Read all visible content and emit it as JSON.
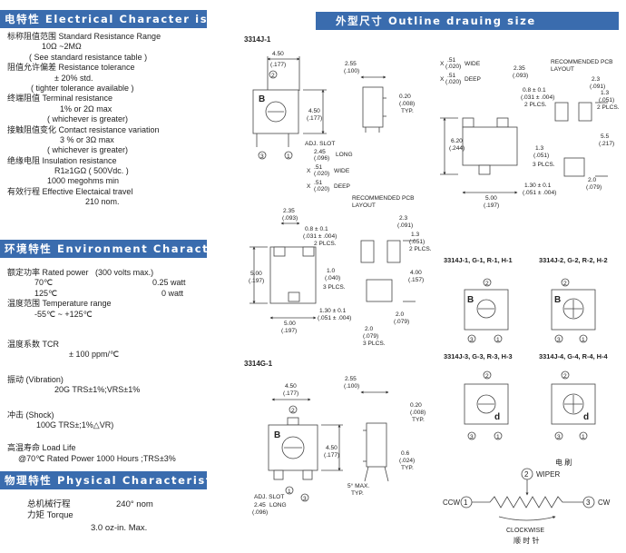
{
  "left": {
    "electrical": {
      "title": "电特性 Electrical Character istics",
      "lines": [
        "标称阻值范围 Standard Resistance Range",
        "10Ω ~2MΩ",
        "( See standard resistance table )",
        "阻值允许偏差 Resistance tolerance",
        "± 20% std.",
        "( tighter tolerance available )",
        "终端阻值 Terminal resistance",
        "1% or 2Ω max",
        "( whichever is greater)",
        "接触阻值变化 Contact resistance variation",
        "3 % or 3Ω max",
        "( whichever is greater)",
        "绝缘电阻 Insulation resistance",
        "R1≥1GΩ ( 500Vdc. )",
        "1000 megohms min",
        "有效行程 Effective Electaical travel",
        "210 nom."
      ]
    },
    "environment": {
      "title": "环境特性 Environment Character istics",
      "power_label": "额定功率 Rated power",
      "power_note": "(300 volts max.)",
      "power_row1_temp": "70℃",
      "power_row1_val": "0.25 watt",
      "power_row2_temp": "125℃",
      "power_row2_val": "0 watt",
      "temp_range_label": "温度范围 Temperature range",
      "temp_range_val": "-55℃ ~ +125℃",
      "tcr_label": "温度系数 TCR",
      "tcr_val": "± 100 ppm/℃",
      "vib_label": "振动 (Vibration)",
      "vib_val": "20G TRS±1%;VRS±1%",
      "shock_label": "冲击 (Shock)",
      "shock_val": "100G TRS±;1%△VR)",
      "load_label": "高温寿命 Load Life",
      "load_val": "@70℃ Rated Power 1000 Hours ;TRS±3%"
    },
    "physical": {
      "title": "物理特性 Physical Characteristics",
      "travel_label": "总机械行程",
      "travel_val": "240° nom",
      "torque_label": "力矩 Torque",
      "torque_val": "3.0 oz-in. Max."
    }
  },
  "right": {
    "title": "外型尺寸 Outline drauing size",
    "j1": {
      "title": "3314J-1",
      "w_top": "4.50",
      "w_top_in": "(.177)",
      "h_side": "4.50",
      "h_side_in": "(.177)",
      "t_top": "2.55",
      "t_top_in": "(.100)",
      "typ": "0.20",
      "typ_in": "(.008)",
      "typ_label": "TYP.",
      "adj": "ADJ. SLOT",
      "long_val": "2.45",
      "long_in": "(.096)",
      "long_label": "LONG",
      "wide_val": ".51",
      "wide_in": "(.020)",
      "wide_label": "WIDE",
      "deep_val": ".51",
      "deep_in": "(.020)",
      "deep_label": "DEEP",
      "x1": "X",
      "x2": "X"
    },
    "j1b": {
      "dim235": "2.35",
      "dim235_in": "(.093)",
      "dim08": "0.8 ± 0.1",
      "dim08_in": "(.031 ± .004)",
      "plcs2": "2 PLCS.",
      "dim10": "1.0",
      "dim10_in": "(.040)",
      "plcs3": "3 PLCS.",
      "h500": "5.00",
      "h500_in": "(.197)",
      "w500": "5.00",
      "w500_in": "(.197)",
      "dim130": "1.30 ± 0.1",
      "dim130_in": "(.051 ± .004)",
      "pcb1": "RECOMMENDED PCB",
      "pcb2": "LAYOUT",
      "p23": "2.3",
      "p23_in": "(.091)",
      "p13": "1.3",
      "p13_in": "(.051)",
      "pplcs": "2 PLCS.",
      "p400": "4.00",
      "p400_in": "(.157)",
      "p20": "2.0",
      "p20_in": "(.079)",
      "p20b": "2.0",
      "p20b_in": "(.079)",
      "pplcs3": "3 PLCS."
    },
    "g1": {
      "title": "3314G-1",
      "w_top": "4.50",
      "w_top_in": "(.177)",
      "h_side": "4.50",
      "h_side_in": "(.177)",
      "t_top": "2.55",
      "t_top_in": "(.100)",
      "typ1": "0.20",
      "typ1_in": "(.008)",
      "typ1_label": "TYP.",
      "typ2": "0.6",
      "typ2_in": "(.024)",
      "typ2_label": "TYP.",
      "adj": "ADJ. SLOT",
      "long_val": "2.45",
      "long_label": "LONG",
      "long_in": "(.096)",
      "max": "5° MAX.",
      "max_typ": "TYP."
    },
    "top_right": {
      "wide_val": ".51",
      "wide_in": "(.020)",
      "wide_label": "WIDE",
      "deep_val": ".51",
      "deep_in": "(.020)",
      "deep_label": "DEEP",
      "x1": "X",
      "x2": "X",
      "dim235": "2.35",
      "dim235_in": "(.093)",
      "dim08": "0.8 ± 0.1",
      "dim08_in": "(.031 ± .004)",
      "plcs2": "2 PLCS.",
      "h620": "6.20",
      "h620_in": "(.244)",
      "dim13": "1.3",
      "dim13_in": "(.051)",
      "plcs3": "3 PLCS.",
      "w500": "5.00",
      "w500_in": "(.197)",
      "dim130": "1.30 ± 0.1",
      "dim130_in": "(.051 ± .004)",
      "pcb1": "RECOMMENDED PCB",
      "pcb2": "LAYOUT",
      "p23": "2.3",
      "p23_in": "(.091)",
      "p13": "1.3",
      "p13_in": "(.051)",
      "pplcs": "2 PLCS.",
      "p55": "5.5",
      "p55_in": "(.217)",
      "p20": "2.0",
      "p20_in": "(.079)"
    },
    "variants": [
      "3314J-1, G-1, R-1, H-1",
      "3314J-2, G-2, R-2, H-2",
      "3314J-3, G-3, R-3, H-3",
      "3314J-4, G-4, R-4, H-4"
    ],
    "pins": [
      "1",
      "2",
      "3"
    ],
    "schematic": {
      "wiper_cn": "电 刷",
      "wiper": "WIPER",
      "ccw": "CCW",
      "cw": "CW",
      "clockwise": "CLOCKWISE",
      "clockwise_cn": "顺 时 针"
    }
  },
  "colors": {
    "header_bg": "#3a6cae",
    "header_text": "#ffffff",
    "text": "#222222",
    "line": "#444444"
  }
}
